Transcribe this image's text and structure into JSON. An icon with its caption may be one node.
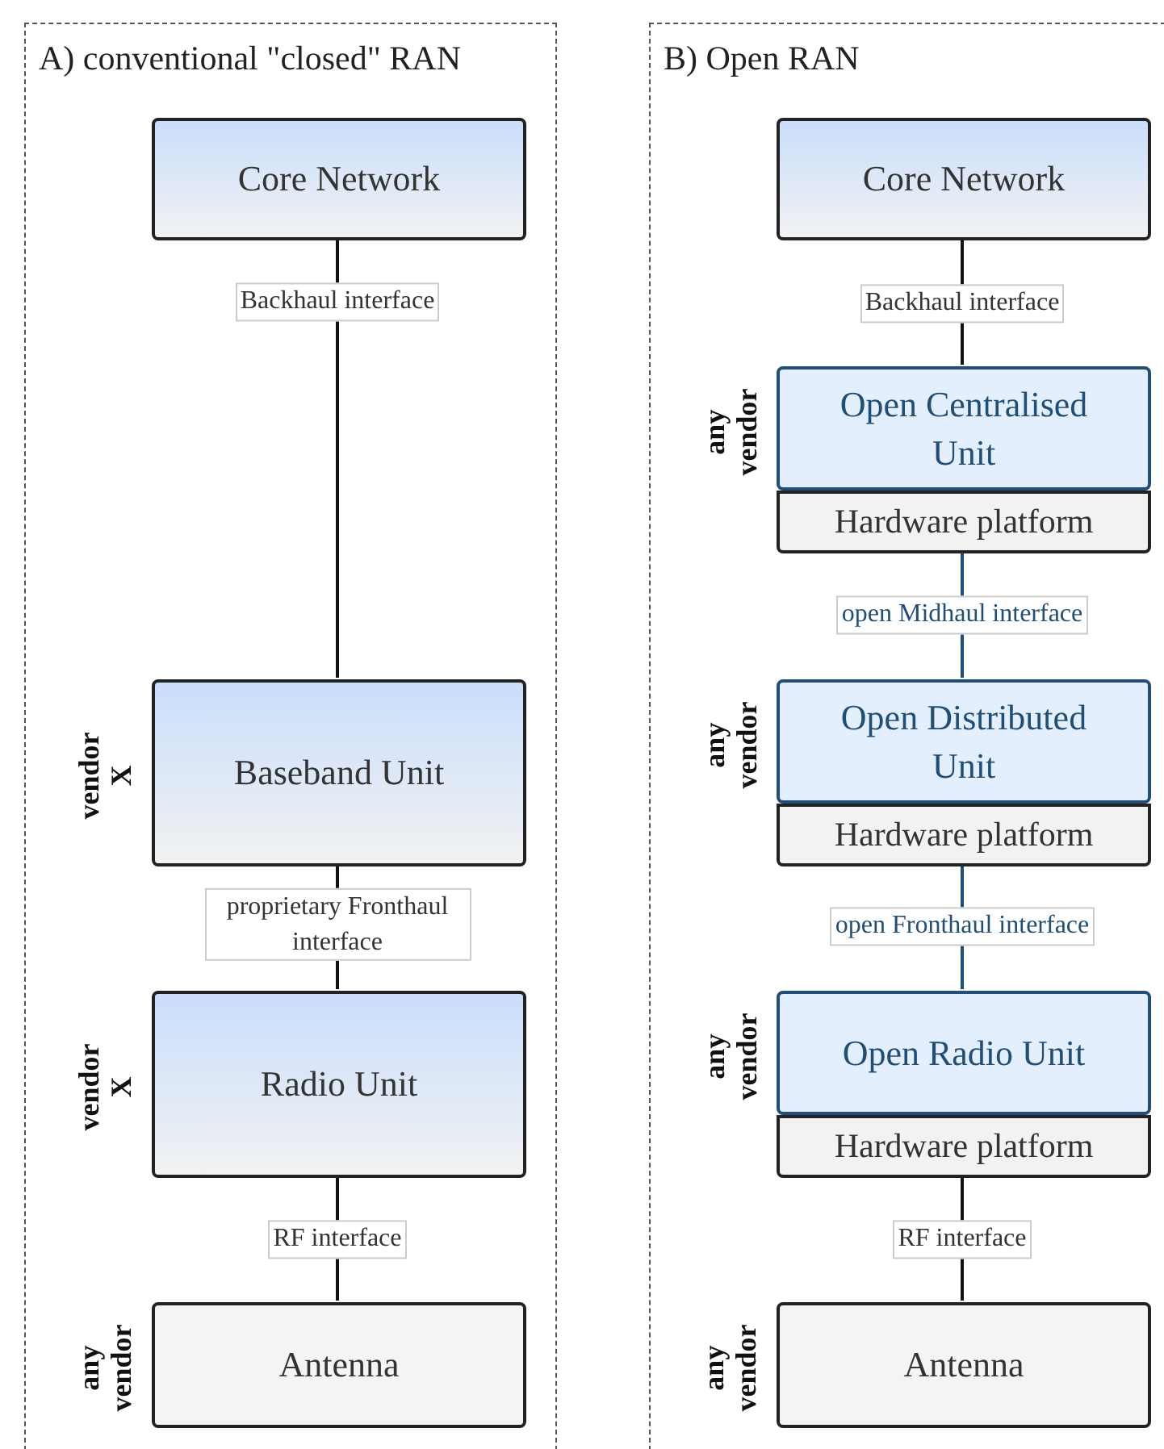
{
  "diagram": {
    "nodes": [
      {
        "text": [
          "A) conventional \"closed\" RAN"
        ]
      },
      {
        "text": [
          "Core Network"
        ],
        "in": 0
      },
      {
        "text": [
          "Baseband Unit"
        ],
        "in": 0,
        "beside": [
          "vendor X"
        ]
      },
      {
        "text": [
          "Radio Unit"
        ],
        "in": 0,
        "beside": [
          "vendor X"
        ]
      },
      {
        "text": [
          "Antenna"
        ],
        "in": 0,
        "beside": [
          "any vendor"
        ]
      },
      {
        "text": [
          "B) Open RAN"
        ]
      },
      {
        "text": [
          "Core Network"
        ],
        "in": 5
      },
      {
        "text": [
          "Open Centralised Unit"
        ],
        "in": 5,
        "beside": [
          "any vendor"
        ]
      },
      {
        "text": [
          "Hardware platform"
        ],
        "in": 5
      },
      {
        "text": [
          "Open Distributed Unit"
        ],
        "in": 5,
        "beside": [
          "any vendor"
        ]
      },
      {
        "text": [
          "Hardware platform"
        ],
        "in": 5
      },
      {
        "text": [
          "Open Radio Unit"
        ],
        "in": 5,
        "beside": [
          "any vendor"
        ]
      },
      {
        "text": [
          "Hardware platform"
        ],
        "in": 5
      },
      {
        "text": [
          "Antenna"
        ],
        "in": 5,
        "beside": [
          "any vendor"
        ]
      }
    ],
    "edges": [
      {
        "from": 1,
        "to": 2,
        "arrow": "none",
        "label": "Backhaul interface"
      },
      {
        "from": 2,
        "to": 3,
        "arrow": "none",
        "label": "proprietary Fronthaul interface"
      },
      {
        "from": 3,
        "to": 4,
        "arrow": "none",
        "label": "RF interface"
      },
      {
        "from": 6,
        "to": 7,
        "arrow": "none",
        "label": "Backhaul interface"
      },
      {
        "from": 8,
        "to": 9,
        "arrow": "none",
        "label": "open Midhaul interface",
        "color": "#1f4e79"
      },
      {
        "from": 10,
        "to": 11,
        "arrow": "none",
        "label": "open Fronthaul interface",
        "color": "#1f4e79"
      },
      {
        "from": 12,
        "to": 13,
        "arrow": "none",
        "label": "RF interface"
      }
    ]
  }
}
